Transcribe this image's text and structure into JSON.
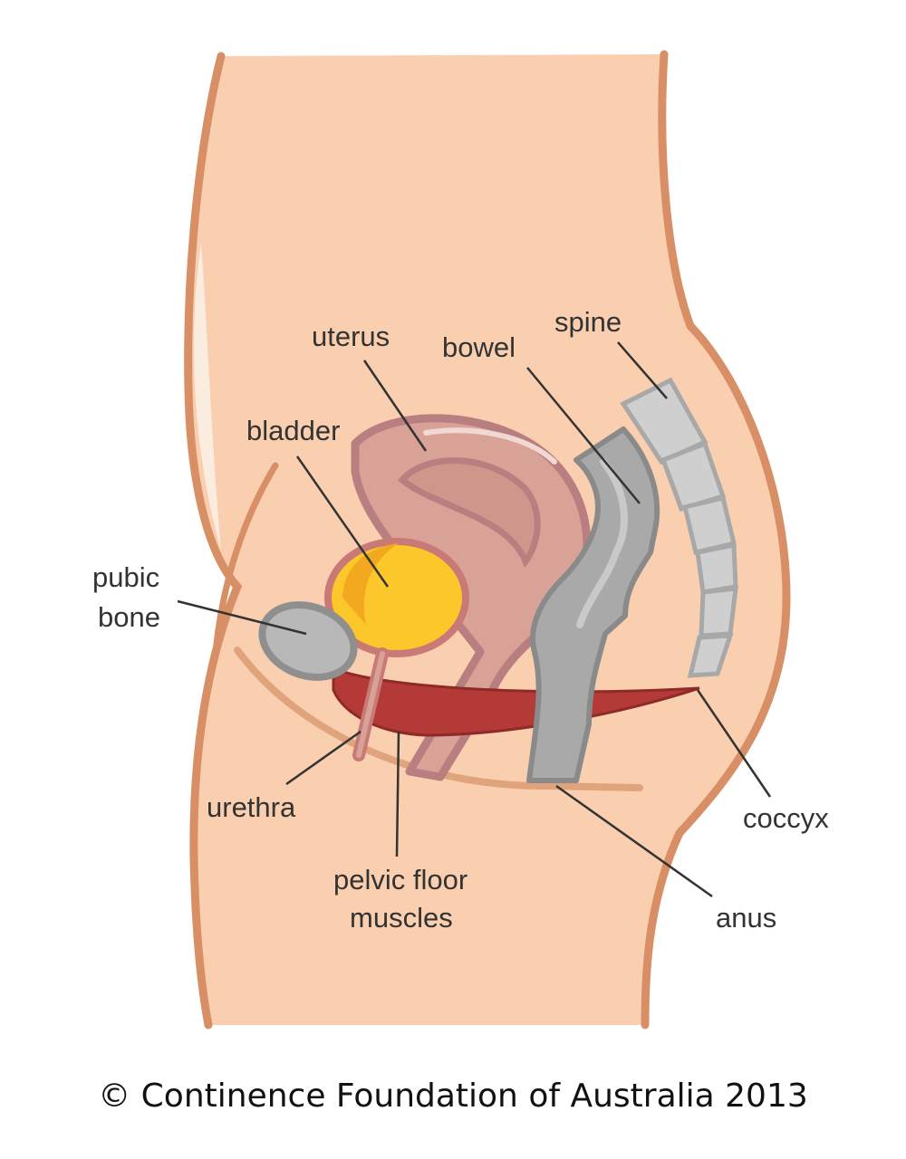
{
  "labels": {
    "uterus": "uterus",
    "bowel": "bowel",
    "spine": "spine",
    "bladder": "bladder",
    "pubic_bone_line1": "pubic",
    "pubic_bone_line2": "bone",
    "urethra": "urethra",
    "pelvic_floor_line1": "pelvic floor",
    "pelvic_floor_line2": "muscles",
    "coccyx": "coccyx",
    "anus": "anus"
  },
  "copyright": "© Continence Foundation of Australia 2013",
  "colors": {
    "skin": "#f9cfb0",
    "outline": "#d98f66",
    "uterus_fill": "#d8a396",
    "uterus_outline": "#b97e80",
    "bladder_fill": "#fbc72a",
    "bone_gray": "#b5b5b5",
    "muscle_red": "#b33a36"
  }
}
